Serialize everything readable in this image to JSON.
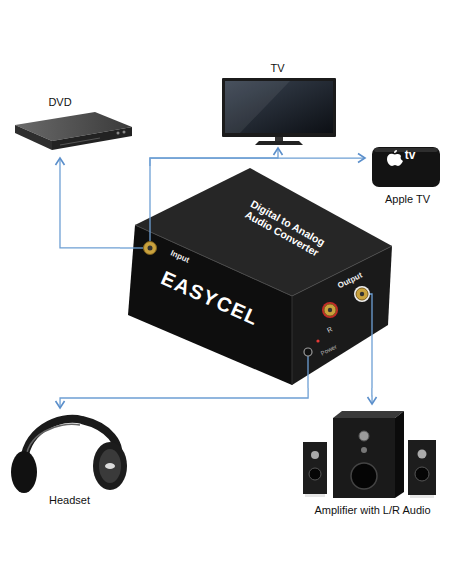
{
  "diagram": {
    "nodes": [
      {
        "text": [
          "TV"
        ]
      },
      {
        "text": [
          "DVD"
        ]
      },
      {
        "text": [
          "Apple TV",
          "tv"
        ]
      },
      {
        "text": [
          "Digital to Analog Audio Converter",
          "Input",
          "EASYCEL",
          "Output",
          "Power",
          "R"
        ]
      },
      {
        "text": [
          "Headset"
        ]
      },
      {
        "text": [
          "Amplifier with L/R Audio"
        ]
      }
    ],
    "edges": [
      {
        "from": 3,
        "to": 1,
        "arrow": "to"
      },
      {
        "from": 3,
        "to": 0,
        "arrow": "to"
      },
      {
        "from": 3,
        "to": 2,
        "arrow": "to"
      },
      {
        "from": 3,
        "to": 4,
        "arrow": "to"
      },
      {
        "from": 3,
        "to": 5,
        "arrow": "to"
      }
    ]
  }
}
